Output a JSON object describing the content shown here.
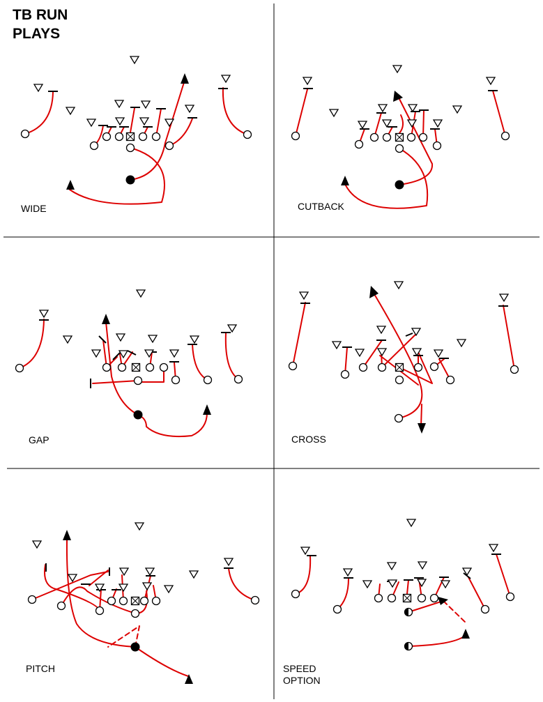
{
  "title": {
    "line1": "TB RUN",
    "line2": "PLAYS"
  },
  "plays": [
    {
      "id": "wide",
      "label": [
        "WIDE"
      ]
    },
    {
      "id": "cutback",
      "label": [
        "CUTBACK"
      ]
    },
    {
      "id": "gap",
      "label": [
        "GAP"
      ]
    },
    {
      "id": "cross",
      "label": [
        "CROSS"
      ]
    },
    {
      "id": "pitch",
      "label": [
        "PITCH"
      ]
    },
    {
      "id": "speed-option",
      "label": [
        "SPEED",
        "OPTION"
      ]
    }
  ],
  "colors": {
    "route": "#dd0000",
    "line": "#000000",
    "background": "#ffffff"
  },
  "symbols": {
    "offensive_player": "open-circle",
    "ball_carrier": "filled-circle",
    "center": "boxed-x",
    "defender": "open-triangle",
    "run_direction": "filled-triangle",
    "block": "t-bar"
  }
}
